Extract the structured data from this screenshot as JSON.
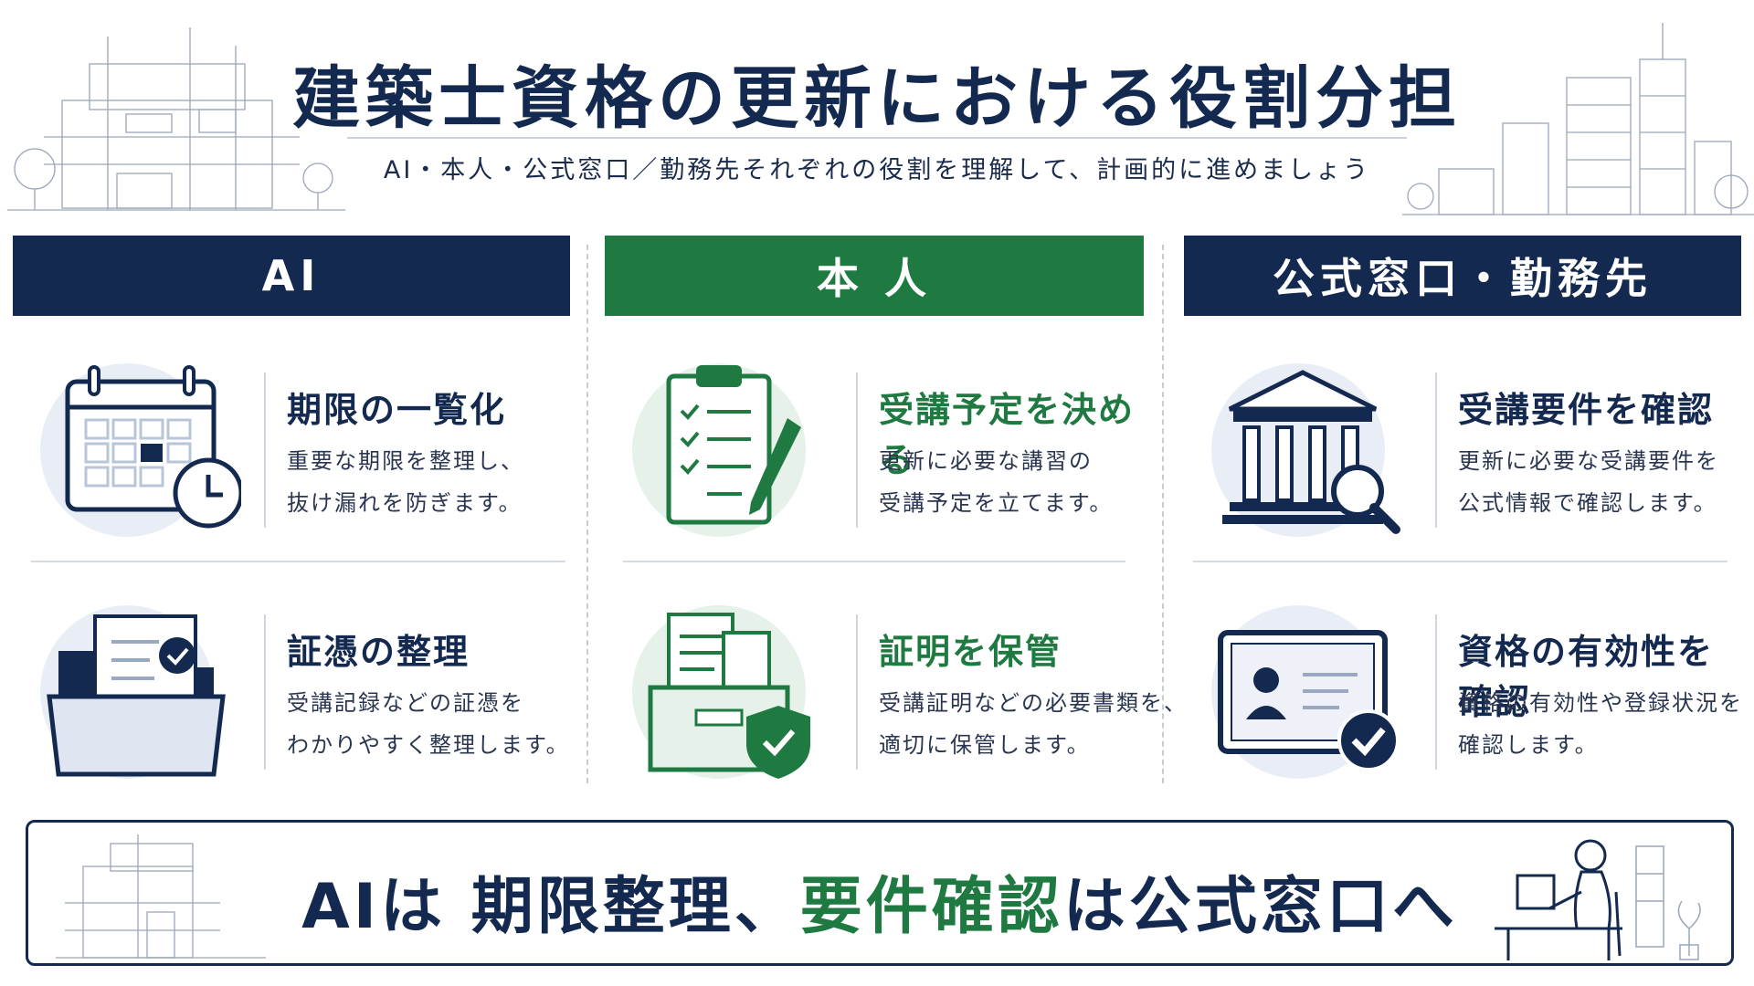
{
  "header": {
    "title": "建築士資格の更新における役割分担",
    "subtitle": "AI・本人・公式窓口／勤務先それぞれの役割を理解して、計画的に進めましょう"
  },
  "columns": [
    {
      "heading": "AI",
      "items": [
        {
          "icon": "calendar-clock-icon",
          "title": "期限の一覧化",
          "desc": [
            "重要な期限を整理し、",
            "抜け漏れを防ぎます。"
          ]
        },
        {
          "icon": "folder-check-icon",
          "title": "証憑の整理",
          "desc": [
            "受講記録などの証憑を",
            "わかりやすく整理します。"
          ]
        }
      ]
    },
    {
      "heading": "本 人",
      "items": [
        {
          "icon": "clipboard-checklist-icon",
          "title": "受講予定を決める",
          "desc": [
            "更新に必要な講習の",
            "受講予定を立てます。"
          ]
        },
        {
          "icon": "file-box-shield-icon",
          "title": "証明を保管",
          "desc": [
            "受講証明などの必要書類を、",
            "適切に保管します。"
          ]
        }
      ]
    },
    {
      "heading": "公式窓口・勤務先",
      "items": [
        {
          "icon": "institution-search-icon",
          "title": "受講要件を確認",
          "desc": [
            "更新に必要な受講要件を",
            "公式情報で確認します。"
          ]
        },
        {
          "icon": "id-card-check-icon",
          "title": "資格の有効性を確認",
          "desc": [
            "資格の有効性や登録状況を",
            "確認します。"
          ]
        }
      ]
    }
  ],
  "banner": {
    "part1": "AI",
    "part2": "は 期限整理、",
    "part3": "要件確認",
    "part4": "は公式窓口へ"
  },
  "colors": {
    "navy": "#13294f",
    "green": "#1f7a41",
    "bubble": "#e9eef6"
  }
}
